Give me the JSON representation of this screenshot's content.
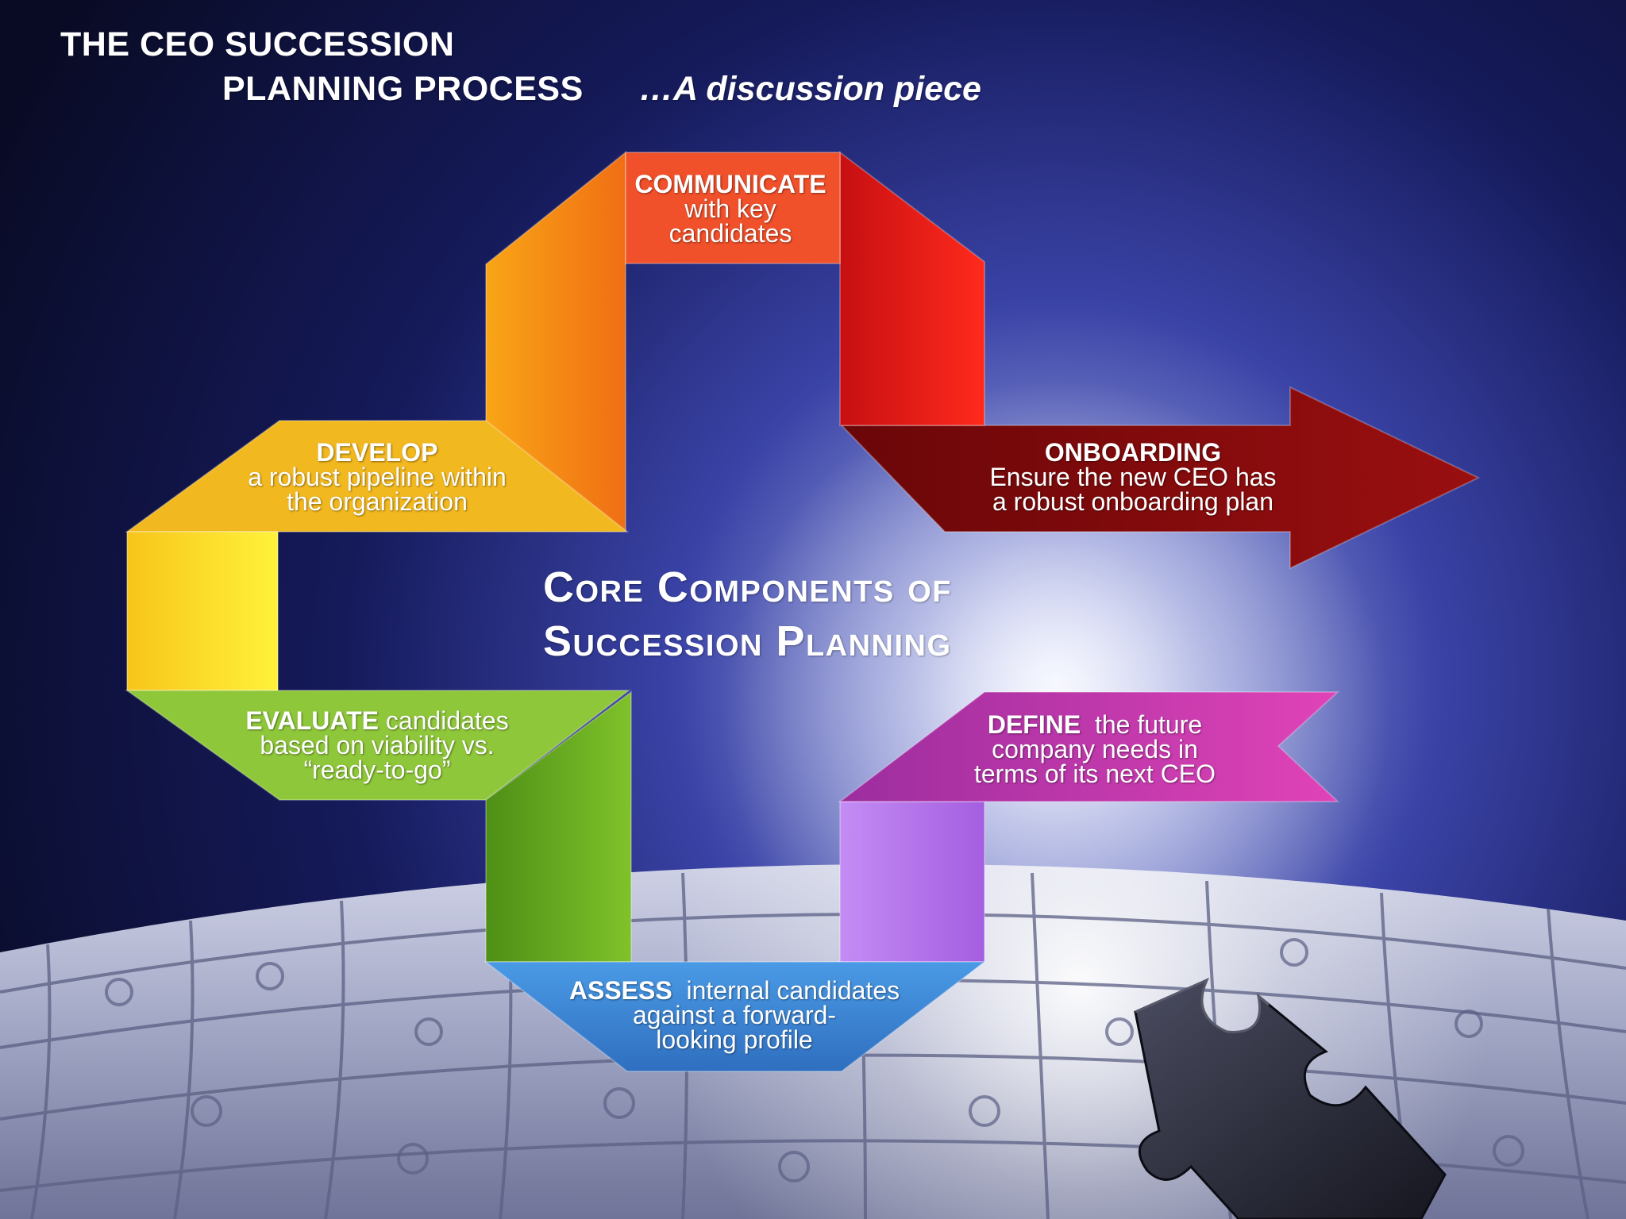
{
  "title": {
    "line1": "THE CEO SUCCESSION",
    "line2": "PLANNING PROCESS",
    "subtitle": "…A discussion piece"
  },
  "center": {
    "line1": "Core Components of",
    "line2": "Succession Planning"
  },
  "steps": {
    "communicate": {
      "head": "COMMUNICATE",
      "line2": "with key",
      "line3": "candidates",
      "color": "#f0502a"
    },
    "develop": {
      "head": "DEVELOP",
      "line2": "a robust pipeline within",
      "line3": "the organization",
      "color": "#f2b81f"
    },
    "onboarding": {
      "head": "ONBOARDING",
      "line2": "Ensure the new CEO has",
      "line3": "a robust onboarding plan",
      "color": "#8e0c10"
    },
    "evaluate": {
      "head": "EVALUATE",
      "tail": " candidates",
      "line2": "based on viability vs.",
      "line3": "“ready-to-go”",
      "color": "#7cc02b"
    },
    "define": {
      "head": "DEFINE",
      "tail": "  the future",
      "line2": "company needs in",
      "line3": "terms of its next CEO",
      "color": "#c83aa8"
    },
    "assess": {
      "head": "ASSESS",
      "tail": "  internal candidates",
      "line2": "against a forward-",
      "line3": "looking profile",
      "color": "#3f86cf"
    }
  },
  "icons": {
    "puzzle": "puzzle-piece-icon",
    "globe": "puzzle-globe-icon"
  }
}
